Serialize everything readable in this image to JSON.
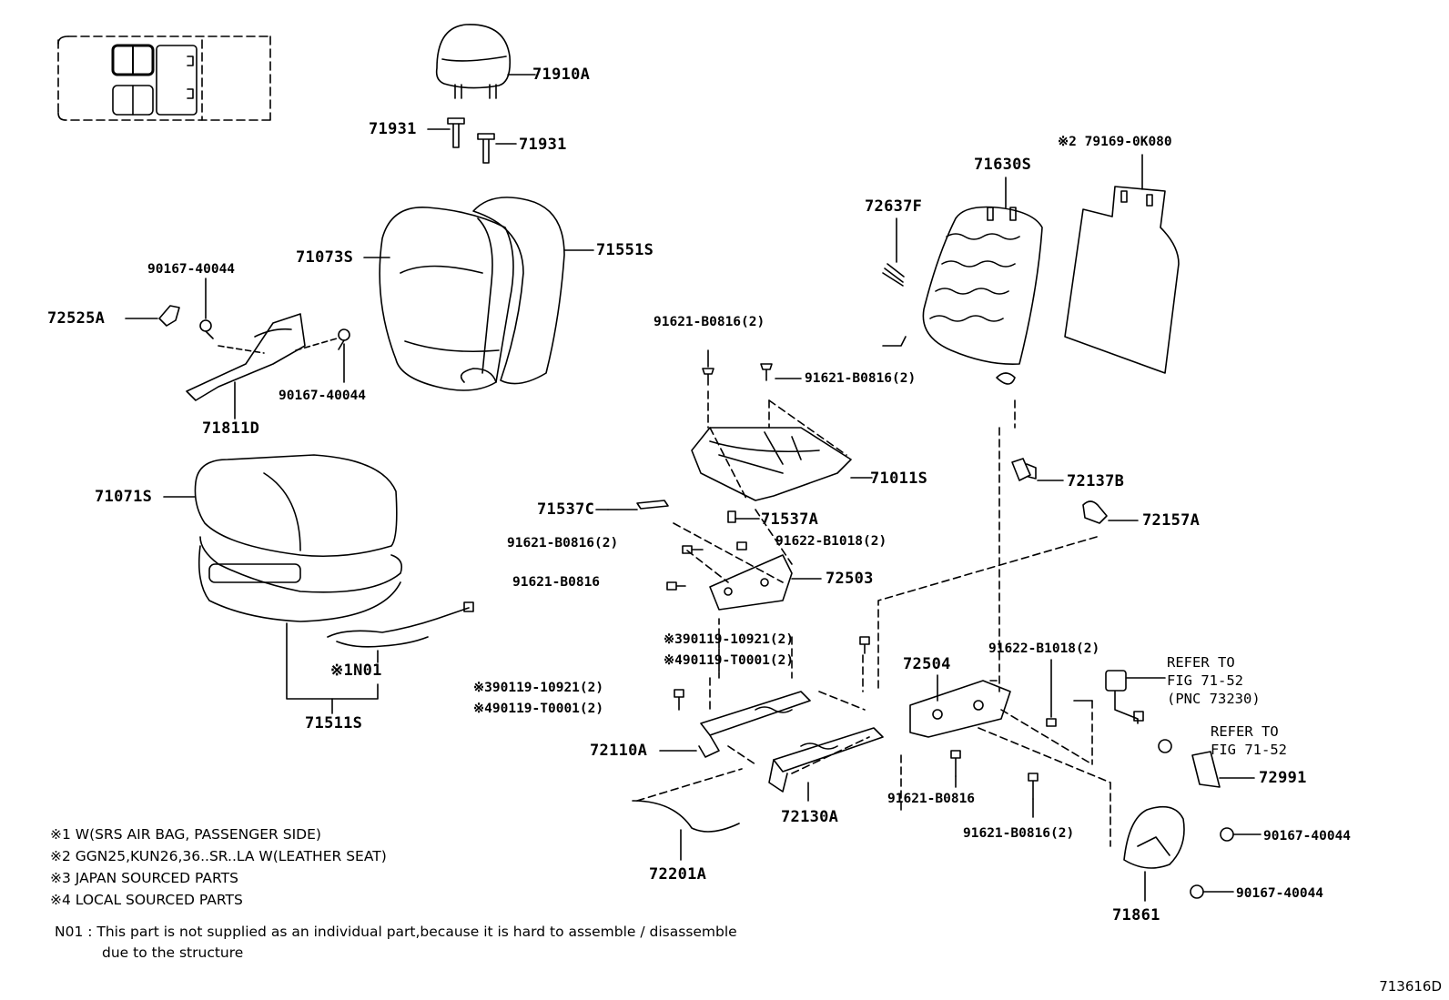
{
  "diagram": {
    "figure_id": "713616D",
    "parts": {
      "p71910A": "71910A",
      "p71931a": "71931",
      "p71931b": "71931",
      "p71073S": "71073S",
      "p71551S": "71551S",
      "p90167_40044_a": "90167-40044",
      "p72525A": "72525A",
      "p90167_40044_b": "90167-40044",
      "p71811D": "71811D",
      "p71071S": "71071S",
      "p71511S": "71511S",
      "pN01": "※1N01",
      "p71630S": "71630S",
      "p79169": "※2 79169-0K080",
      "p72637F": "72637F",
      "p91621_B0816_2a": "91621-B0816(2)",
      "p91621_B0816_2b": "91621-B0816(2)",
      "p71011S": "71011S",
      "p71537C": "71537C",
      "p71537A": "71537A",
      "p91621_B0816_2c": "91621-B0816(2)",
      "p91622_B1018_2a": "91622-B1018(2)",
      "p91621_B0816a": "91621-B0816",
      "p72503": "72503",
      "p72137B": "72137B",
      "p72157A": "72157A",
      "p390119a": "※390119-10921(2)",
      "p490119a": "※490119-T0001(2)",
      "p390119b": "※390119-10921(2)",
      "p490119b": "※490119-T0001(2)",
      "p72504": "72504",
      "p91622_B1018_2b": "91622-B1018(2)",
      "p72110A": "72110A",
      "p72130A": "72130A",
      "p91621_B0816b": "91621-B0816",
      "p91621_B0816_2d": "91621-B0816(2)",
      "p72201A": "72201A",
      "p72991": "72991",
      "p90167_40044_c": "90167-40044",
      "p90167_40044_d": "90167-40044",
      "p71861": "71861"
    },
    "refer1": [
      "REFER TO",
      "FIG 71-52",
      "(PNC 73230)"
    ],
    "refer2": [
      "REFER TO",
      "FIG 71-52"
    ],
    "notes": [
      "※1 W(SRS AIR BAG, PASSENGER SIDE)",
      "※2 GGN25,KUN26,36..SR..LA W(LEATHER SEAT)",
      "※3 JAPAN SOURCED PARTS",
      "※4 LOCAL SOURCED PARTS"
    ],
    "n01_note": [
      "N01 : This part is not supplied as an individual part,because it is hard to assemble / disassemble",
      "due to the structure"
    ]
  }
}
